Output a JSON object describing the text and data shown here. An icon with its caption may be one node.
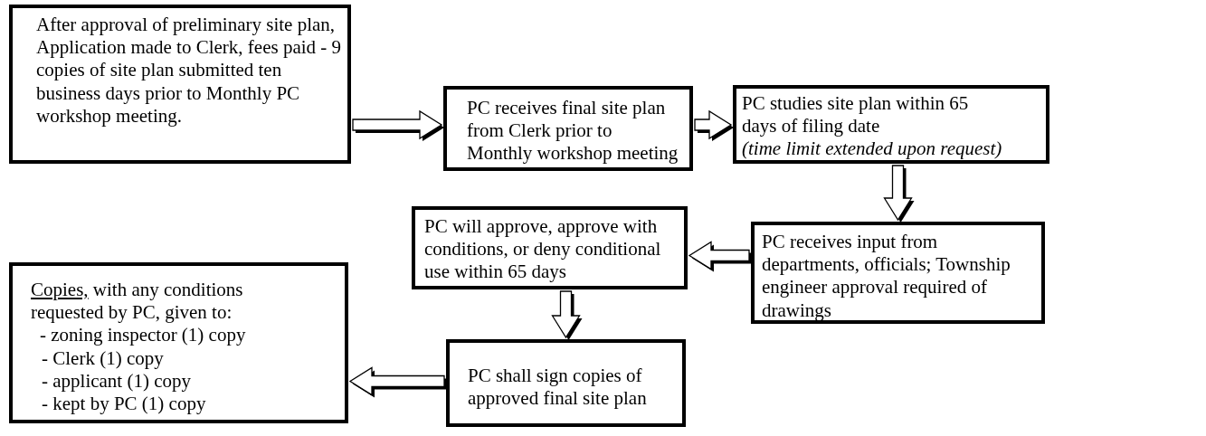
{
  "diagram": {
    "nodes": [
      {
        "text": [
          "After approval of preliminary site plan, Application made to Clerk, fees paid - 9 copies of site plan submitted ten business days prior to Monthly PC workshop meeting."
        ]
      },
      {
        "text": [
          "PC receives final site plan from Clerk prior to Monthly workshop meeting"
        ]
      },
      {
        "text": [
          "PC studies site plan within 65 days of filing date",
          "(time limit extended upon request)"
        ]
      },
      {
        "text": [
          "PC receives input from departments, officials; Township engineer approval required of drawings"
        ]
      },
      {
        "text": [
          "PC will approve, approve with conditions, or deny conditional use within 65 days"
        ]
      },
      {
        "text": [
          "Copies,",
          "with any conditions requested by PC, given to:",
          "- zoning inspector (1) copy",
          "- Clerk (1) copy",
          "- applicant (1) copy",
          "- kept by PC (1) copy"
        ]
      },
      {
        "text": [
          "PC shall sign copies of approved final site plan"
        ]
      }
    ],
    "edges": [
      {
        "from": 0,
        "to": 1,
        "arrow": "to"
      },
      {
        "from": 1,
        "to": 2,
        "arrow": "to"
      },
      {
        "from": 2,
        "to": 3,
        "arrow": "to"
      },
      {
        "from": 3,
        "to": 4,
        "arrow": "to"
      },
      {
        "from": 4,
        "to": 6,
        "arrow": "to"
      },
      {
        "from": 6,
        "to": 5,
        "arrow": "to"
      }
    ]
  }
}
